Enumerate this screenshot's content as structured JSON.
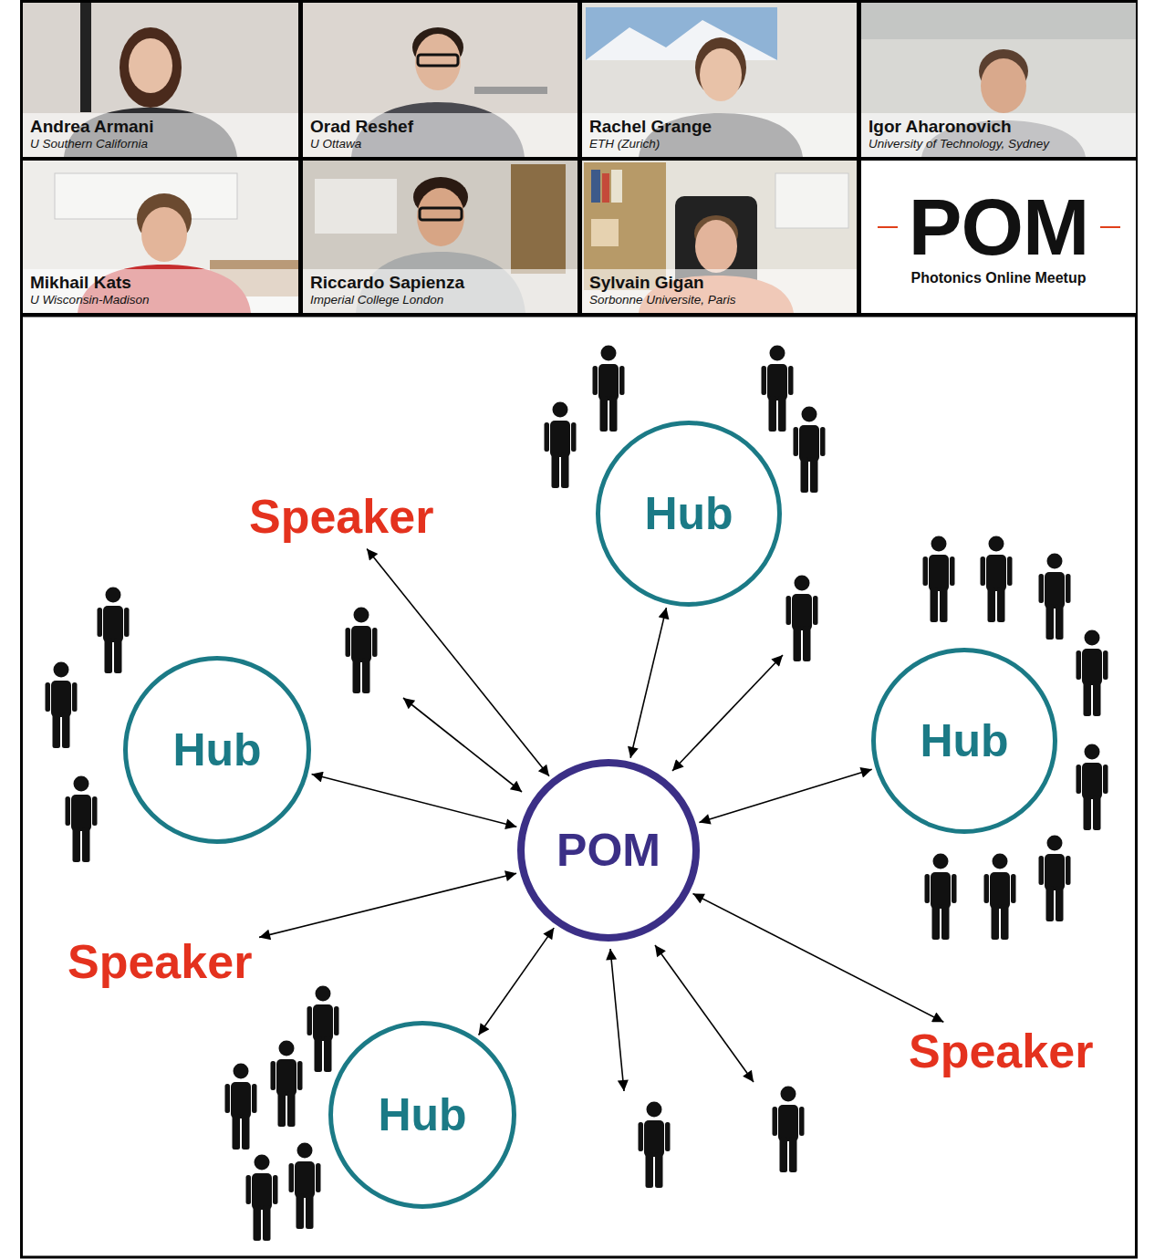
{
  "diagram": {
    "nodes": [
      {
        "text": [
          "Andrea Armani",
          "U Southern California"
        ]
      },
      {
        "text": [
          "Orad Reshef",
          "U Ottawa"
        ]
      },
      {
        "text": [
          "Rachel Grange",
          "ETH (Zurich)"
        ]
      },
      {
        "text": [
          "Igor Aharonovich",
          "University of Technology, Sydney"
        ]
      },
      {
        "text": [
          "Mikhail Kats",
          "U Wisconsin-Madison"
        ]
      },
      {
        "text": [
          "Riccardo Sapienza",
          "Imperial College London"
        ]
      },
      {
        "text": [
          "Sylvain Gigan",
          "Sorbonne Universite, Paris"
        ]
      },
      {
        "text": [
          "POM",
          "Photonics Online Meetup"
        ]
      },
      {
        "text": [
          "Hub"
        ]
      },
      {
        "text": [
          "Speaker"
        ]
      },
      {
        "text": [
          "Hub"
        ]
      },
      {
        "text": [
          "Hub"
        ]
      },
      {
        "text": [
          "POM"
        ]
      },
      {
        "text": [
          "Speaker"
        ]
      },
      {
        "text": [
          "Speaker"
        ]
      },
      {
        "text": [
          "Hub"
        ]
      }
    ],
    "edges": [
      {
        "from": 12,
        "to": 8,
        "arrow": "both"
      },
      {
        "from": 12,
        "to": 9,
        "arrow": "both"
      },
      {
        "from": 12,
        "to": 10,
        "arrow": "both"
      },
      {
        "from": 12,
        "to": 11,
        "arrow": "both"
      },
      {
        "from": 12,
        "to": 13,
        "arrow": "both"
      },
      {
        "from": 12,
        "to": 14,
        "arrow": "both"
      },
      {
        "from": 12,
        "to": 15,
        "arrow": "both"
      }
    ]
  }
}
